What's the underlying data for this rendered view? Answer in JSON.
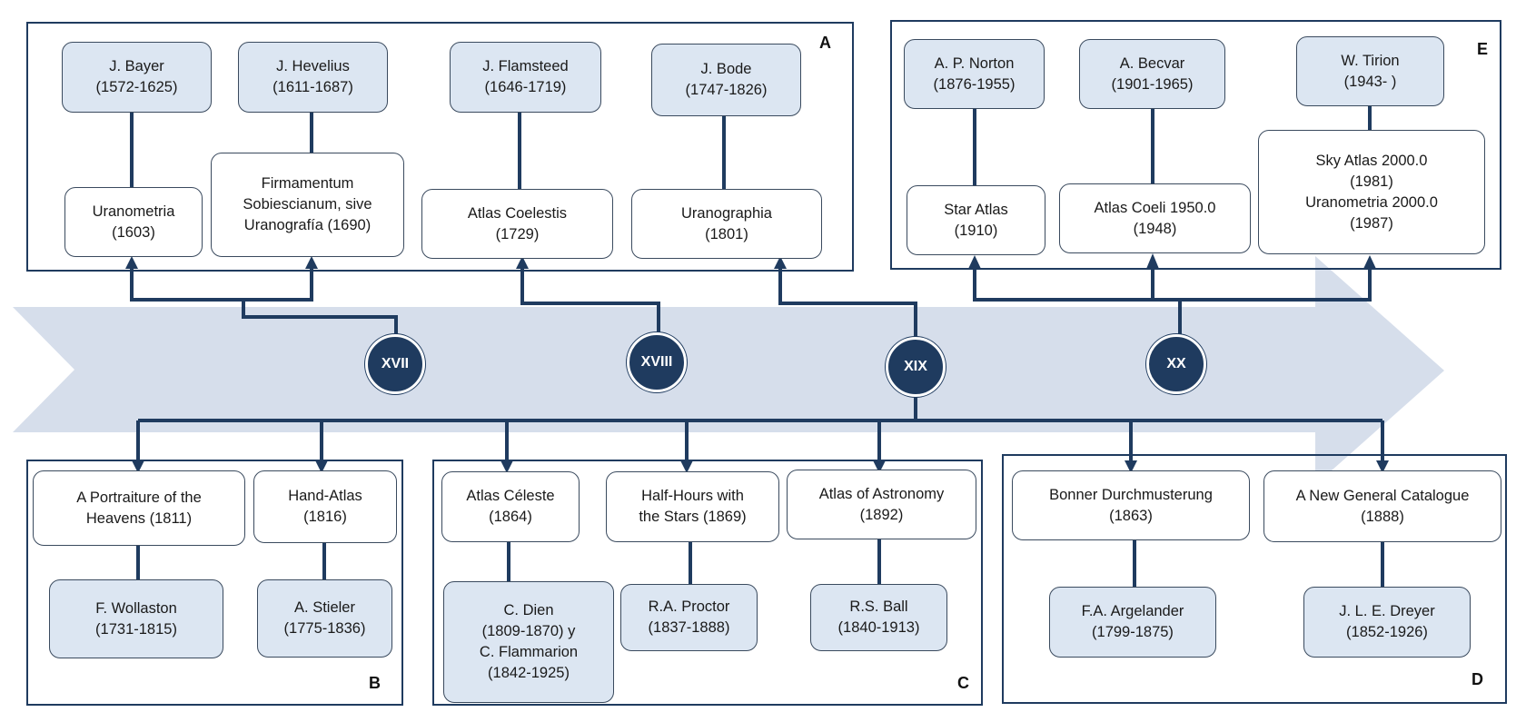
{
  "colors": {
    "arrow": "#d6deeb",
    "line": "#1f3b5f",
    "person_fill": "#dce6f2",
    "work_fill": "#ffffff"
  },
  "groups": {
    "a": "A",
    "b": "B",
    "c": "C",
    "d": "D",
    "e": "E"
  },
  "centuries": {
    "c17": "XVII",
    "c18": "XVIII",
    "c19": "XIX",
    "c20": "XX"
  },
  "nodes": {
    "bayer": "J. Bayer\n(1572-1625)",
    "hevelius": "J. Hevelius\n(1611-1687)",
    "flamsteed": "J. Flamsteed\n(1646-1719)",
    "bode": "J. Bode\n(1747-1826)",
    "uranometria": "Uranometria\n(1603)",
    "firmamentum": "Firmamentum\nSobiescianum, sive\nUranografía (1690)",
    "atlas_coelestis": "Atlas Coelestis\n(1729)",
    "uranographia": "Uranographia\n(1801)",
    "norton": "A. P. Norton\n(1876-1955)",
    "becvar": "A. Becvar\n(1901-1965)",
    "tirion": "W. Tirion\n(1943- )",
    "star_atlas": "Star Atlas\n(1910)",
    "atlas_coeli": "Atlas Coeli 1950.0\n(1948)",
    "sky_atlas": "Sky Atlas 2000.0\n(1981)\nUranometria 2000.0\n(1987)",
    "portraiture": "A Portraiture of the\nHeavens (1811)",
    "hand_atlas": "Hand-Atlas\n(1816)",
    "wollaston": "F. Wollaston\n(1731-1815)",
    "stieler": "A. Stieler\n(1775-1836)",
    "atlas_celeste": "Atlas Céleste\n(1864)",
    "half_hours": "Half-Hours with\nthe Stars (1869)",
    "atlas_astronomy": "Atlas of Astronomy\n(1892)",
    "dien": "C. Dien\n(1809-1870) y\nC. Flammarion\n(1842-1925)",
    "proctor": "R.A. Proctor\n(1837-1888)",
    "ball": "R.S. Ball\n(1840-1913)",
    "bonner": "Bonner Durchmusterung\n(1863)",
    "ngc": "A New General Catalogue\n(1888)",
    "argelander": "F.A. Argelander\n(1799-1875)",
    "dreyer": "J. L. E. Dreyer\n(1852-1926)"
  }
}
